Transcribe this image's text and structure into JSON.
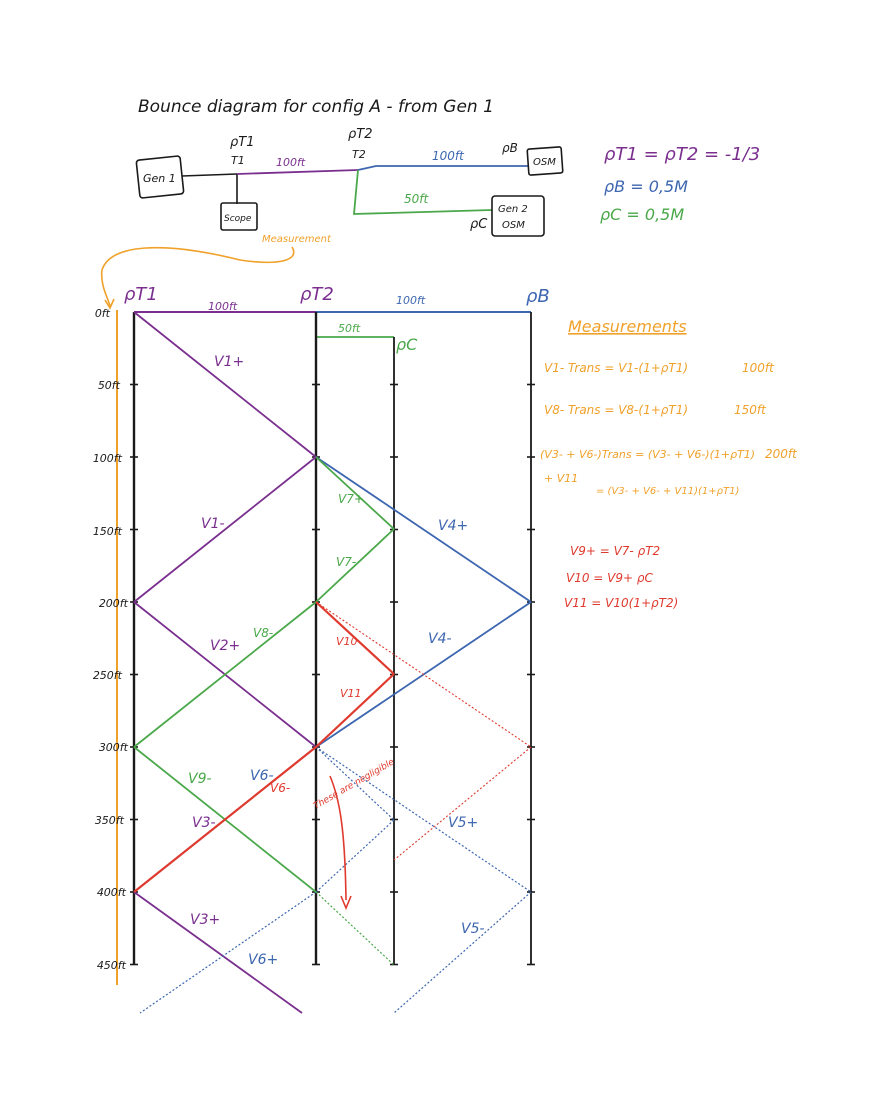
{
  "title": "Bounce diagram for config A - from Gen 1",
  "colors": {
    "T1_line": "#7a2f8f",
    "B_line": "#3d66b0",
    "C_line": "#4aa84a",
    "measurement": "#f0a12a",
    "annotation": "#e03a2e",
    "ink": "#1a1a1a"
  },
  "schematic": {
    "gen1": "Gen 1",
    "scope": "Scope",
    "osm": "OSM",
    "gen2_line1": "Gen 2",
    "gen2_line2": "OSM",
    "rho_t1": "ρT1",
    "t1": "T1",
    "rho_t2": "ρT2",
    "t2": "T2",
    "rho_b": "ρB",
    "rho_c": "ρC",
    "len_purple": "100ft",
    "len_blue": "100ft",
    "len_green": "50ft",
    "measurement_label": "Measurement"
  },
  "reflection_coeffs": {
    "line1": "ρT1 = ρT2 = -1/3",
    "line2": "ρB = 0,5M",
    "line3": "ρC = 0,5M"
  },
  "diagram": {
    "top_labels": {
      "rho_t1": "ρT1",
      "rho_t2": "ρT2",
      "rho_b": "ρB",
      "rho_c": "ρC",
      "seg1": "100ft",
      "seg2": "100ft",
      "seg3": "50ft"
    },
    "axis_labels": [
      "0ft",
      "50ft",
      "100ft",
      "150ft",
      "200ft",
      "250ft",
      "300ft",
      "350ft",
      "400ft",
      "450ft"
    ],
    "wave_labels": {
      "v1p": "V1+",
      "v1m": "V1-",
      "v2p": "V2+",
      "v3p": "V3+",
      "v3m": "V3-",
      "v4p": "V4+",
      "v4m": "V4-",
      "v5p": "V5+",
      "v5m": "V5-",
      "v6p": "V6+",
      "v6m_a": "V6-",
      "v6m_b": "V6-",
      "v7p": "V7+",
      "v7m": "V7-",
      "v8m": "V8-",
      "v9m": "V9-",
      "v10": "V10",
      "v11": "V11"
    },
    "note": "These are negligible"
  },
  "measurements": {
    "title": "Measurements",
    "row1_eq": "V1- Trans = V1-(1+ρT1)",
    "row1_dist": "100ft",
    "row2_eq": "V8- Trans = V8-(1+ρT1)",
    "row2_dist": "150ft",
    "row3_eq": "(V3- + V6-)Trans = (V3- + V6-)(1+ρT1)",
    "row3_dist": "200ft",
    "row3_plus": "+ V11",
    "row3_eq2": "= (V3- + V6- + V11)(1+ρT1)"
  },
  "red_notes": {
    "line1": "V9+ = V7- ρT2",
    "line2": "V10 = V9+ ρC",
    "line3": "V11 = V10(1+ρT2)"
  }
}
